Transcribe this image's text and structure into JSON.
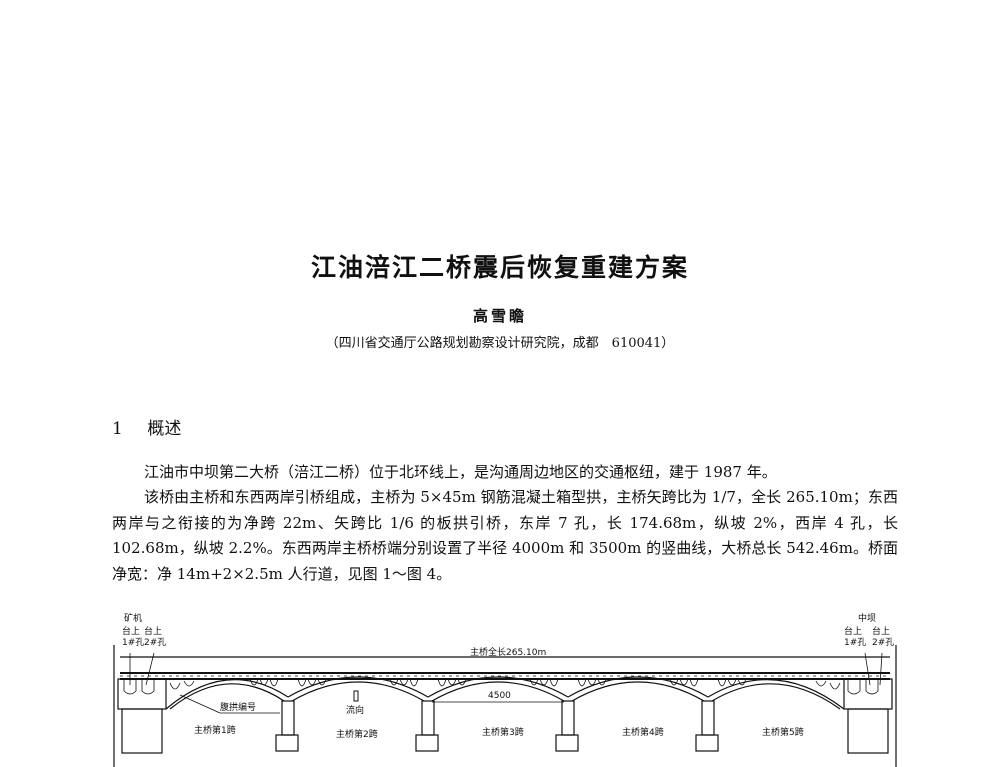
{
  "document": {
    "title": "江油涪江二桥震后恢复重建方案",
    "author": "高雪瞻",
    "affiliation": "（四川省交通厅公路规划勘察设计研究院，成都　610041）",
    "section": {
      "number": "1",
      "heading": "概述"
    },
    "paragraphs": [
      "江油市中坝第二大桥（涪江二桥）位于北环线上，是沟通周边地区的交通枢纽，建于 1987 年。",
      "该桥由主桥和东西两岸引桥组成，主桥为 5×45m 钢筋混凝土箱型拱，主桥矢跨比为 1/7，全长 265.10m；东西两岸与之衔接的为净跨 22m、矢跨比 1/6 的板拱引桥，东岸 7 孔，长 174.68m，纵坡 2%，西岸 4 孔，长 102.68m，纵坡 2.2%。东西两岸主桥桥端分别设置了半径 4000m 和 3500m 的竖曲线，大桥总长 542.46m。桥面净宽：净 14m+2×2.5m 人行道，见图 1～图 4。"
    ]
  },
  "figure": {
    "left_direction": "矿机",
    "right_direction": "中坝",
    "left_abutment_holes": [
      "台上\n1#孔",
      "台上\n2#孔"
    ],
    "right_abutment_holes": [
      "台上\n1#孔",
      "台上\n2#孔"
    ],
    "total_length_label": "主桥全长265.10m",
    "span_dimension": "4500",
    "spandrel_label": "腹拱编号",
    "flow_label": "流向",
    "spans": [
      "主桥第1跨",
      "主桥第2跨",
      "主桥第3跨",
      "主桥第4跨",
      "主桥第5跨"
    ]
  }
}
